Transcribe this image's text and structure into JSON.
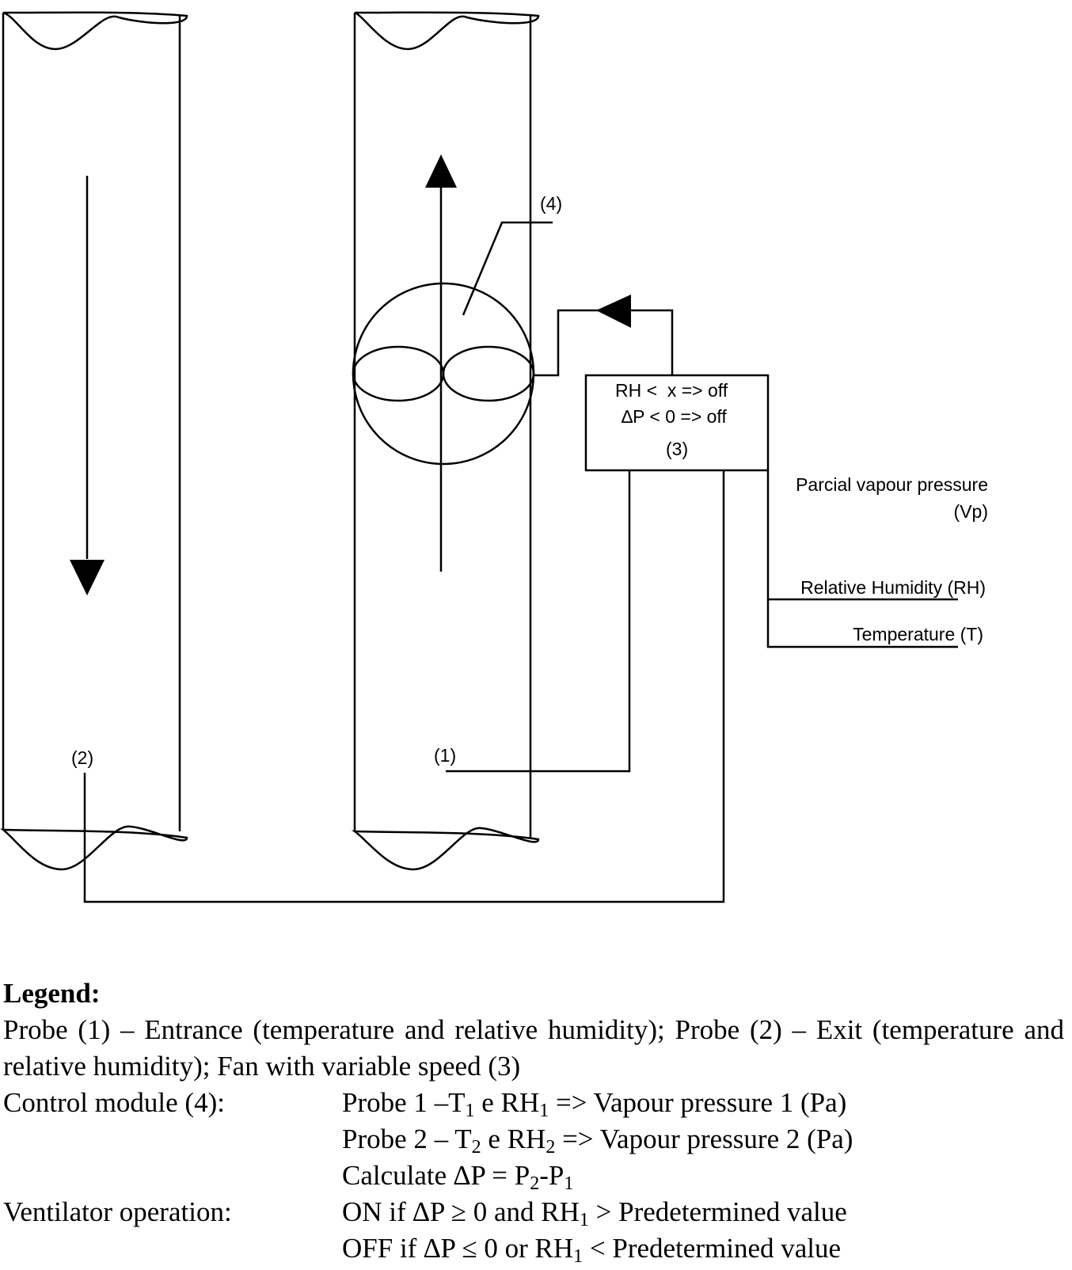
{
  "diagram": {
    "fan_label": "(4)",
    "control": {
      "rule_rh": "RH <  x => off",
      "rule_dp": "∆P < 0 => off",
      "label": "(3)"
    },
    "outputs": {
      "vp_line1": "Parcial vapour pressure",
      "vp_line2": "(Vp)",
      "rh": "Relative Humidity (RH)",
      "temp": "Temperature (T)"
    },
    "probe1_label": "(1)",
    "probe2_label": "(2)"
  },
  "legend": {
    "title": "Legend:",
    "probes": "Probe (1) – Entrance (temperature and relative humidity); Probe (2) – Exit (temperature and relative humidity); Fan with variable speed (3)",
    "control_label": "Control module (4):",
    "p1_a": "Probe 1 –T",
    "p1_sub": "1",
    "p1_b": " e RH",
    "p1_sub2": "1",
    "p1_c": " => Vapour pressure 1 (Pa)",
    "p2_a": "Probe 2 – T",
    "p2_sub": "2",
    "p2_b": " e RH",
    "p2_sub2": "2",
    "p2_c": " => Vapour pressure 2 (Pa)",
    "calc_a": "Calculate ∆P = P",
    "calc_sub": "2",
    "calc_b": "-P",
    "calc_sub2": "1",
    "vent_label": "Ventilator operation:",
    "on_a": "ON if ∆P ≥ 0 and RH",
    "on_sub": "1",
    "on_b": " > Predetermined value",
    "off_a": "OFF if ∆P ≤ 0 or RH",
    "off_sub": "1",
    "off_b": " < Predetermined value"
  }
}
